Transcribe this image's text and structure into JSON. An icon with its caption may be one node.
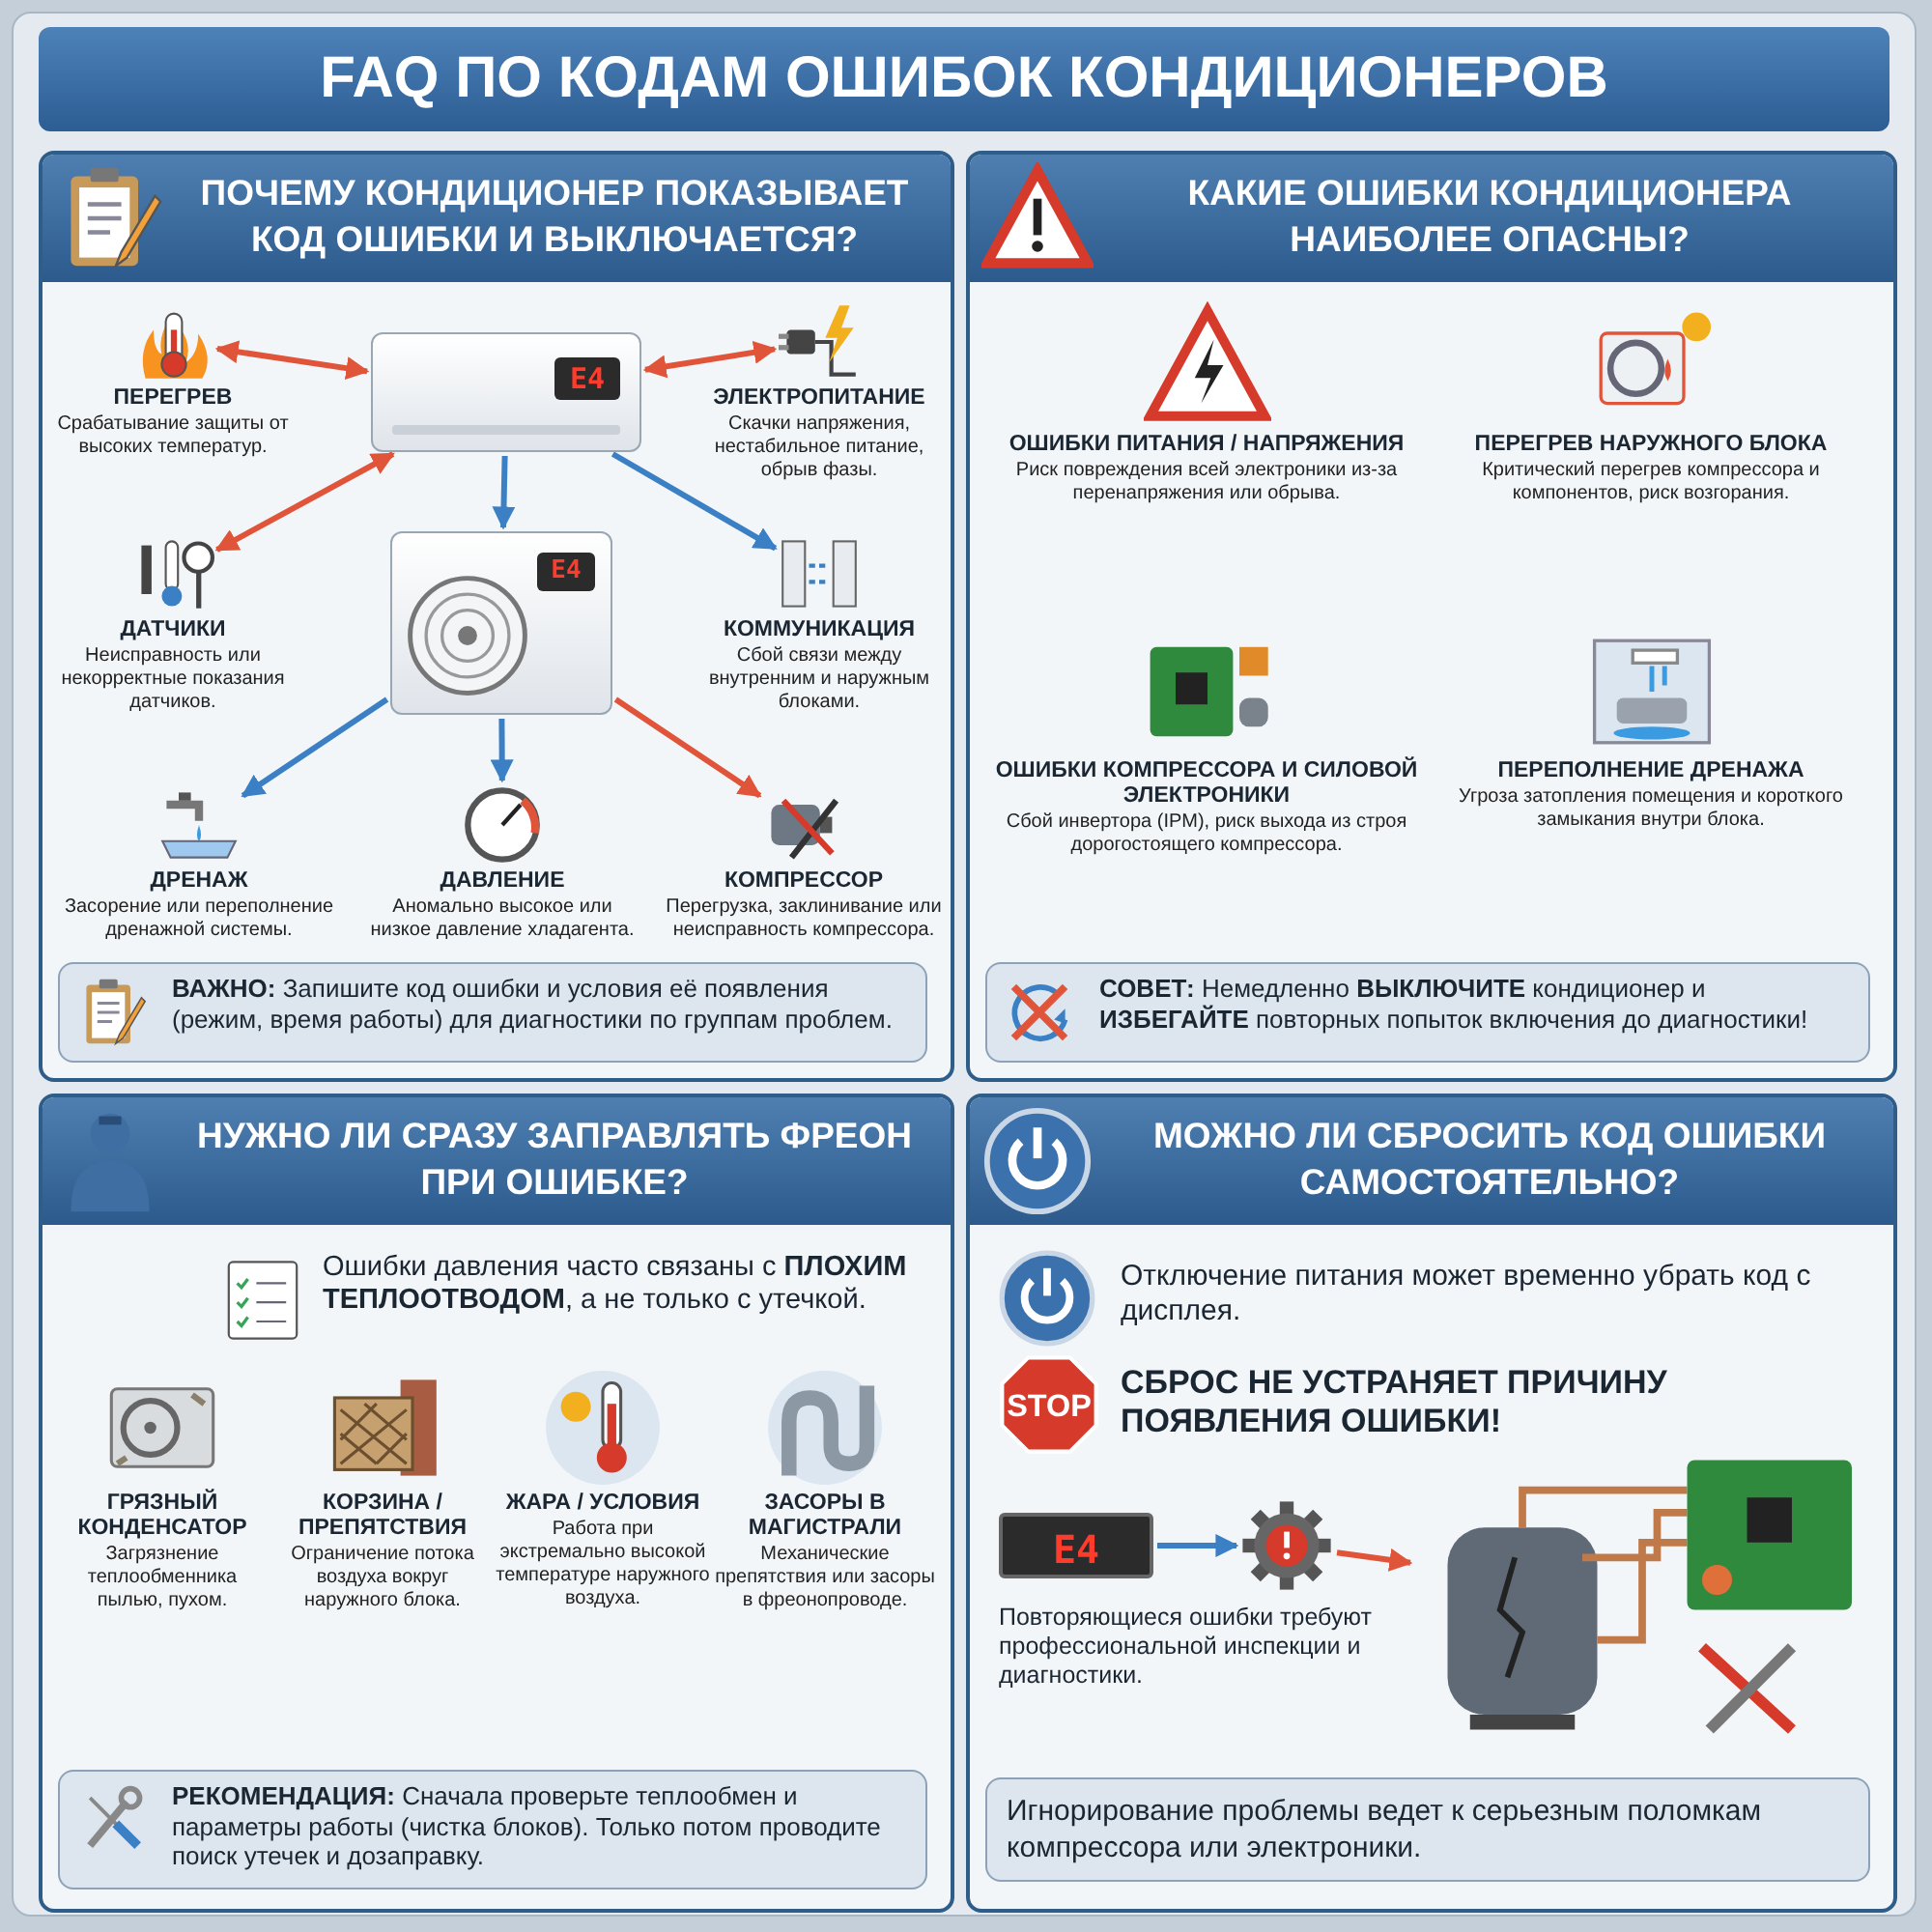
{
  "diagram": {
    "title": "FAQ ПО КОДАМ ОШИБОК КОНДИЦИОНЕРОВ",
    "nodes": [
      {
        "text": [
          "ПОЧЕМУ КОНДИЦИОНЕР ПОКАЗЫВАЕТ КОД ОШИБКИ И ВЫКЛЮЧАЕТСЯ?"
        ]
      },
      {
        "text": [
          "E4"
        ],
        "in": 0
      },
      {
        "text": [
          "E4"
        ],
        "in": 0
      },
      {
        "text": [
          "ПЕРЕГРЕВ",
          "Срабатывание защиты от высоких температур."
        ],
        "in": 0
      },
      {
        "text": [
          "ЭЛЕКТРОПИТАНИЕ",
          "Скачки напряжения, нестабильное питание, обрыв фазы."
        ],
        "in": 0
      },
      {
        "text": [
          "ДАТЧИКИ",
          "Неисправность или некорректные показания датчиков."
        ],
        "in": 0
      },
      {
        "text": [
          "КОММУНИКАЦИЯ",
          "Сбой связи между внутренним и наружным блоками."
        ],
        "in": 0
      },
      {
        "text": [
          "ДРЕНАЖ",
          "Засорение или переполнение дренажной системы."
        ],
        "in": 0
      },
      {
        "text": [
          "ДАВЛЕНИЕ",
          "Аномально высокое или низкое давление хладагента."
        ],
        "in": 0
      },
      {
        "text": [
          "КОМПРЕССОР",
          "Перегрузка, заклинивание или неисправность компрессора."
        ],
        "in": 0
      },
      {
        "text": [
          "**ВАЖНО:** Запишите код ошибки и условия её появления (режим, время работы) для диагностики по группам проблем."
        ],
        "in": 0
      },
      {
        "text": [
          "КАКИЕ ОШИБКИ КОНДИЦИОНЕРА НАИБОЛЕЕ ОПАСНЫ?"
        ]
      },
      {
        "text": [
          "ОШИБКИ ПИТАНИЯ / НАПРЯЖЕНИЯ",
          "Риск повреждения всей электроники из-за перенапряжения или обрыва."
        ],
        "in": 11
      },
      {
        "text": [
          "ПЕРЕГРЕВ НАРУЖНОГО БЛОКА",
          "Критический перегрев компрессора и компонентов, риск возгорания."
        ],
        "in": 11
      },
      {
        "text": [
          "ОШИБКИ КОМПРЕССОРА И СИЛОВОЙ ЭЛЕКТРОНИКИ",
          "Сбой инвертора (IPM), риск выхода из строя дорогостоящего компрессора."
        ],
        "in": 11
      },
      {
        "text": [
          "ПЕРЕПОЛНЕНИЕ ДРЕНАЖА",
          "Угроза затопления помещения и короткого замыкания внутри блока."
        ],
        "in": 11
      },
      {
        "text": [
          "**СОВЕТ:** Немедленно **ВЫКЛЮЧИТЕ** кондиционер и **ИЗБЕГАЙТЕ** повторных попыток включения до диагностики!"
        ],
        "in": 11
      },
      {
        "text": [
          "НУЖНО ЛИ СРАЗУ ЗАПРАВЛЯТЬ ФРЕОН ПРИ ОШИБКЕ?",
          "Ошибки давления часто связаны с **ПЛОХИМ ТЕПЛООТВОДОМ**, а не только с утечкой."
        ]
      },
      {
        "text": [
          "ГРЯЗНЫЙ КОНДЕНСАТОР",
          "Загрязнение теплообменника пылью, пухом."
        ],
        "in": 17
      },
      {
        "text": [
          "КОРЗИНА / ПРЕПЯТСТВИЯ",
          "Ограничение потока воздуха вокруг наружного блока."
        ],
        "in": 17
      },
      {
        "text": [
          "ЖАРА / УСЛОВИЯ",
          "Работа при экстремально высокой температуре наружного воздуха."
        ],
        "in": 17
      },
      {
        "text": [
          "ЗАСОРЫ В МАГИСТРАЛИ",
          "Механические препятствия или засоры в фреонопроводе."
        ],
        "in": 17
      },
      {
        "text": [
          "**РЕКОМЕНДАЦИЯ:** Сначала проверьте теплообмен и параметры работы (чистка блоков). Только потом проводите поиск утечек и дозаправку."
        ],
        "in": 17
      },
      {
        "text": [
          "МОЖНО ЛИ СБРОСИТЬ КОД ОШИБКИ САМОСТОЯТЕЛЬНО?",
          "Отключение питания может временно убрать код с дисплея.",
          "СБРОС НЕ УСТРАНЯЕТ ПРИЧИНУ ПОЯВЛЕНИЯ ОШИБКИ!",
          "Повторяющиеся ошибки требуют профессиональной инспекции и диагностики."
        ]
      },
      {
        "text": [
          "E4"
        ],
        "in": 23
      },
      {
        "text": [],
        "shape": "picture",
        "in": 23
      },
      {
        "text": [],
        "shape": "picture",
        "in": 23
      },
      {
        "text": [
          "Игнорирование проблемы ведет к серьезным поломкам компрессора или электроники."
        ],
        "in": 23
      }
    ],
    "edges": [
      {
        "from": 1,
        "to": 3,
        "arrow": "both",
        "color": "#e0553a"
      },
      {
        "from": 1,
        "to": 4,
        "arrow": "both",
        "color": "#e0553a"
      },
      {
        "from": 1,
        "to": 5,
        "arrow": "both",
        "color": "#e0553a"
      },
      {
        "from": 1,
        "to": 2,
        "arrow": "to",
        "color": "#3b7fc4"
      },
      {
        "from": 1,
        "to": 6,
        "arrow": "to",
        "color": "#3b7fc4"
      },
      {
        "from": 2,
        "to": 7,
        "arrow": "to",
        "color": "#3b7fc4"
      },
      {
        "from": 2,
        "to": 8,
        "arrow": "to",
        "color": "#3b7fc4"
      },
      {
        "from": 2,
        "to": 9,
        "arrow": "to",
        "color": "#e0553a"
      },
      {
        "from": 24,
        "to": 25,
        "arrow": "to",
        "color": "#3b7fc4"
      },
      {
        "from": 25,
        "to": 26,
        "arrow": "to",
        "color": "#e0553a"
      }
    ],
    "labels": [
      "STOP"
    ]
  }
}
